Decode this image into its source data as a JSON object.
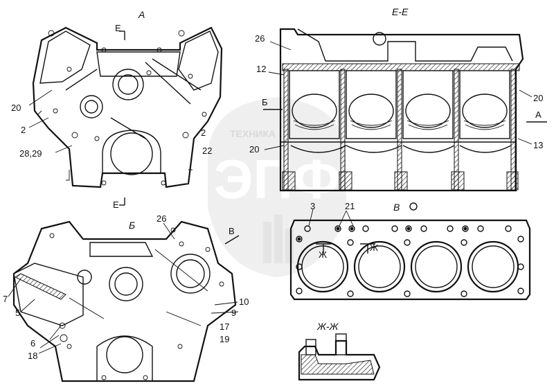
{
  "views": {
    "a_title": "А",
    "ee_title": "Е-Е",
    "b_title": "Б",
    "v_title": "В",
    "zhzh_title": "Ж-Ж"
  },
  "section_marks": {
    "e_top": "Е",
    "e_bottom": "Е",
    "b_arrow": "Б",
    "a_arrow": "А",
    "v_arrow": "В",
    "zh1": "Ж",
    "zh2": "Ж"
  },
  "callouts": {
    "view_a": [
      "20",
      "2",
      "28,29",
      "2",
      "22"
    ],
    "section_ee": [
      "26",
      "12",
      "20",
      "20",
      "13"
    ],
    "view_b": [
      "26",
      "7",
      "5",
      "6",
      "18",
      "10",
      "9",
      "17",
      "19"
    ],
    "view_v": [
      "3",
      "21"
    ]
  },
  "watermark": {
    "brand": "ТЕХНИКА",
    "logo": "ЭПФ"
  }
}
